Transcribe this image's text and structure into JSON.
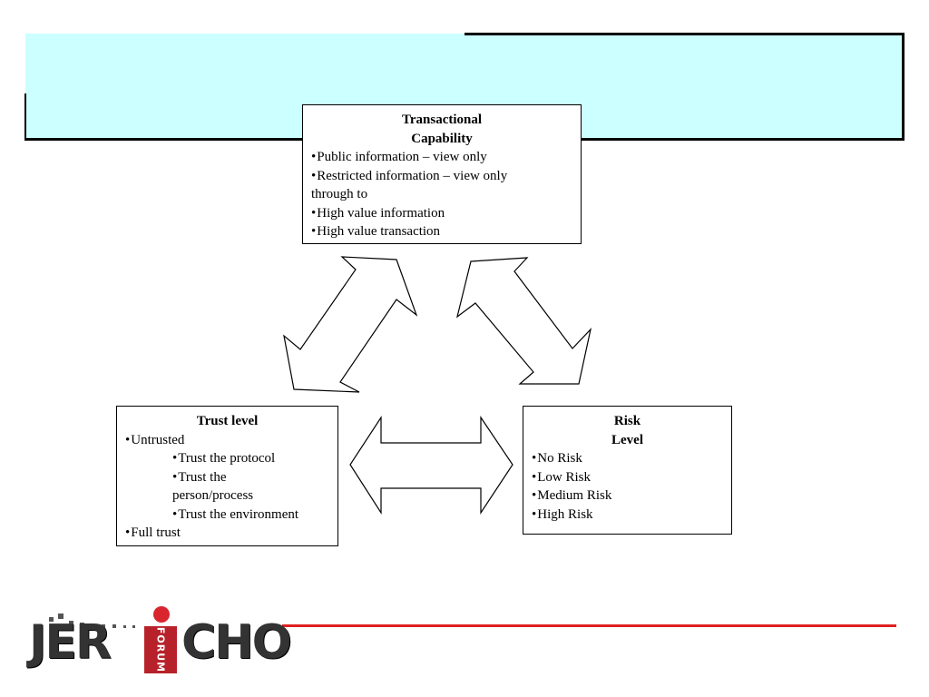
{
  "diagram": {
    "transactional": {
      "title_line1": "Transactional",
      "title_line2": "Capability",
      "items": [
        "Public information – view only",
        "Restricted information – view only through to",
        "High value information",
        "High value transaction"
      ]
    },
    "trust": {
      "title": "Trust level",
      "items": [
        "Untrusted",
        "Trust the protocol",
        "Trust the person/process",
        "Trust the environment",
        "Full trust"
      ]
    },
    "risk": {
      "title_line1": "Risk",
      "title_line2": "Level",
      "items": [
        "No Risk",
        "Low Risk",
        "Medium Risk",
        "High Risk"
      ]
    },
    "bullet": "•"
  },
  "logo": {
    "word_left": "JER",
    "word_right": "CHO",
    "badge": "FORUM"
  },
  "colors": {
    "header_band": "#ccffff",
    "rule": "#e02020",
    "logo_red": "#b7222a"
  }
}
